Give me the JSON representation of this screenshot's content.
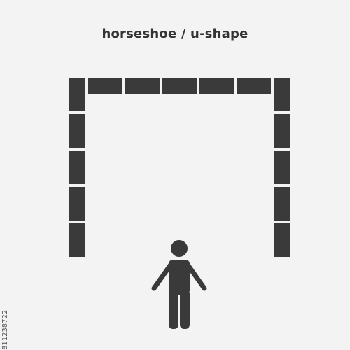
{
  "diagram": {
    "title": "horseshoe / u-shape",
    "layout_type": "horseshoe",
    "table_color": "#3a3a3a",
    "background_color": "#f3f3f3",
    "top_row_table_count": 5,
    "left_column_table_count": 5,
    "right_column_table_count": 5,
    "presenter_icon": "person-standing-icon"
  },
  "stock_id": "811238722"
}
